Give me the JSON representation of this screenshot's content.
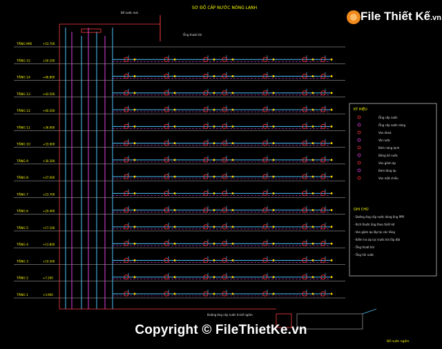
{
  "diagram": {
    "title": "SƠ ĐỒ CẤP NƯỚC NÓNG LẠNH",
    "floors": [
      {
        "label": "TẦNG MÁI",
        "level": "+53.700"
      },
      {
        "label": "TẦNG 15",
        "level": "+50.100"
      },
      {
        "label": "TẦNG 14",
        "level": "+46.800"
      },
      {
        "label": "TẦNG 13",
        "level": "+43.500"
      },
      {
        "label": "TẦNG 12",
        "level": "+40.200"
      },
      {
        "label": "TẦNG 11",
        "level": "+36.900"
      },
      {
        "label": "TẦNG 10",
        "level": "+33.600"
      },
      {
        "label": "TẦNG 9",
        "level": "+30.300"
      },
      {
        "label": "TẦNG 8",
        "level": "+27.000"
      },
      {
        "label": "TẦNG 7",
        "level": "+23.700"
      },
      {
        "label": "TẦNG 6",
        "level": "+20.400"
      },
      {
        "label": "TẦNG 5",
        "level": "+17.100"
      },
      {
        "label": "TẦNG 4",
        "level": "+13.800"
      },
      {
        "label": "TẦNG 3",
        "level": "+10.500"
      },
      {
        "label": "TẦNG 2",
        "level": "+7.200"
      },
      {
        "label": "TẦNG 1",
        "level": "+3.900"
      }
    ],
    "legend_title": "KÝ HIỆU",
    "legend_items": [
      "Ống cấp nước",
      "Ống cấp nước nóng",
      "Van khoá",
      "Vòi nước",
      "Bình nóng lạnh",
      "Đồng hồ nước",
      "Van giảm áp",
      "Bơm tăng áp",
      "Van một chiều"
    ],
    "notes_title": "GHI CHÚ",
    "notes": [
      "Đường ống cấp nước dùng ống PPR",
      "Kích thước ống theo thiết kế",
      "Van giảm áp lắp tại các tầng",
      "Kiểm tra áp lực trước khi lắp đặt",
      "Ống thoát khí",
      "Ống hồi nước"
    ],
    "top_notes": [
      "Bể nước mái",
      "Ống thoát khí"
    ],
    "bottom_labels": [
      "Đường ống cấp nước từ bể ngầm",
      "Bể nước ngầm"
    ]
  },
  "watermark": {
    "brand": "File Thiết Kế",
    "suffix": ".vn",
    "copyright": "Copyright © FileThietKe.vn"
  },
  "colors": {
    "background": "#000000",
    "floor_line": "#c0c0c0",
    "cold_pipe": "#4fc3ff",
    "hot_pipe": "#e040e0",
    "riser": "#ff4040",
    "label": "#ffff00",
    "fixture": "#ff3030",
    "logo_orange": "#f08a1c"
  }
}
